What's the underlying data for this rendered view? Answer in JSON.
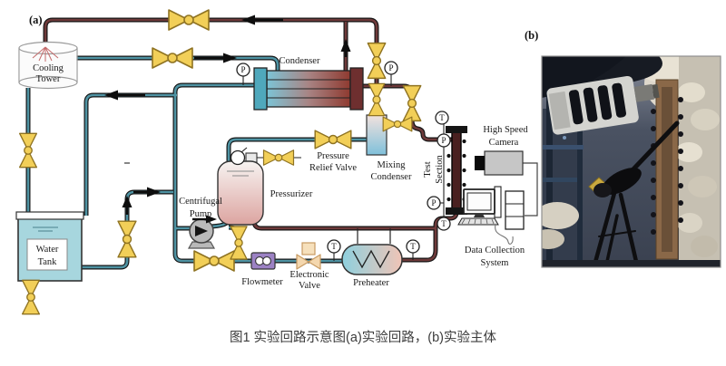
{
  "figure": {
    "panel_a": "(a)",
    "panel_b": "(b)",
    "caption": "图1 实验回路示意图(a)实验回路，(b)实验主体"
  },
  "labels": {
    "cooling_tower_1": "Cooling",
    "cooling_tower_2": "Tower",
    "condenser": "Condenser",
    "pressure_relief_1": "Pressure",
    "pressure_relief_2": "Relief Valve",
    "mixing_condenser_1": "Mixing",
    "mixing_condenser_2": "Condenser",
    "pressurizer": "Pressurizer",
    "centrifugal_pump_1": "Centrifugal",
    "centrifugal_pump_2": "Pump",
    "water_tank_1": "Water",
    "water_tank_2": "Tank",
    "flowmeter": "Flowmeter",
    "electronic_valve_1": "Electronic",
    "electronic_valve_2": "Valve",
    "preheater": "Preheater",
    "test_section_1": "Test",
    "test_section_2": "Section",
    "high_speed_camera_1": "High Speed",
    "high_speed_camera_2": "Camera",
    "data_collection_1": "Data Collection",
    "data_collection_2": "System"
  },
  "gauges": {
    "pressure": "P",
    "temperature": "T"
  },
  "colors": {
    "hot_pipe": "#6e3a3a",
    "cold_pipe": "#4f93a3",
    "valve_yellow": "#f2cf58",
    "tank_blue": "#a7d6de",
    "flowmeter_purple": "#9c82c4",
    "condenser_cold": "#7cc4d6",
    "condenser_hot": "#8f3a30"
  }
}
